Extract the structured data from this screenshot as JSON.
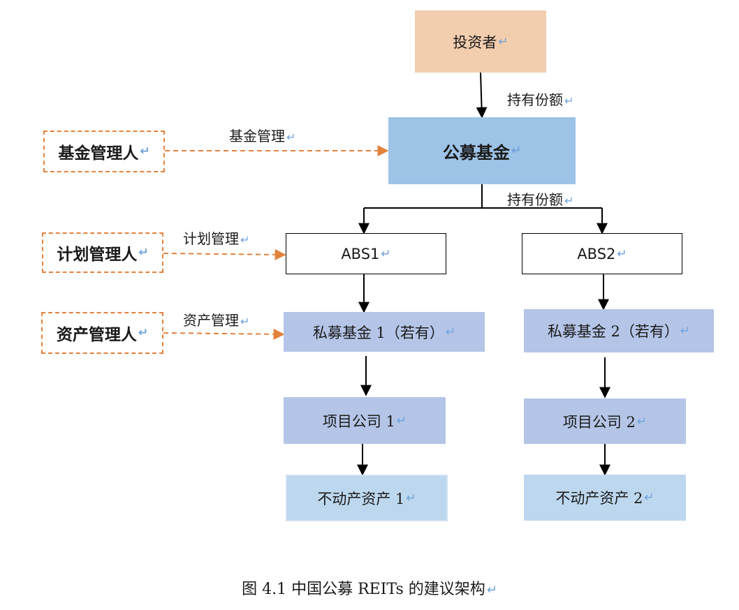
{
  "nodes": {
    "investor": "投资者",
    "public_fund": "公募基金",
    "abs1": "ABS1",
    "abs2": "ABS2",
    "private_fund_1": "私募基金 1（若有）",
    "private_fund_2": "私募基金 2（若有）",
    "project_company_1": "项目公司 1",
    "project_company_2": "项目公司 2",
    "real_estate_1": "不动产资产 1",
    "real_estate_2": "不动产资产 2"
  },
  "managers": {
    "fund_manager": "基金管理人",
    "plan_manager": "计划管理人",
    "asset_manager": "资产管理人"
  },
  "edge_labels": {
    "hold_share_top": "持有份额",
    "hold_share_mid": "持有份额",
    "fund_management": "基金管理",
    "plan_management": "计划管理",
    "asset_management": "资产管理"
  },
  "paragraph_mark": "↵",
  "caption": "图 4.1  中国公募 REITs 的建议架构",
  "colors": {
    "investor_fill": "#f2cdae",
    "public_fund_fill": "#9dc3e6",
    "private_fund_fill": "#b4c5e7",
    "project_company_fill": "#b4c5e7",
    "real_estate_fill": "#bdd7ee",
    "manager_border": "#e3823c",
    "paragraph_mark": "#6ea3dc"
  }
}
